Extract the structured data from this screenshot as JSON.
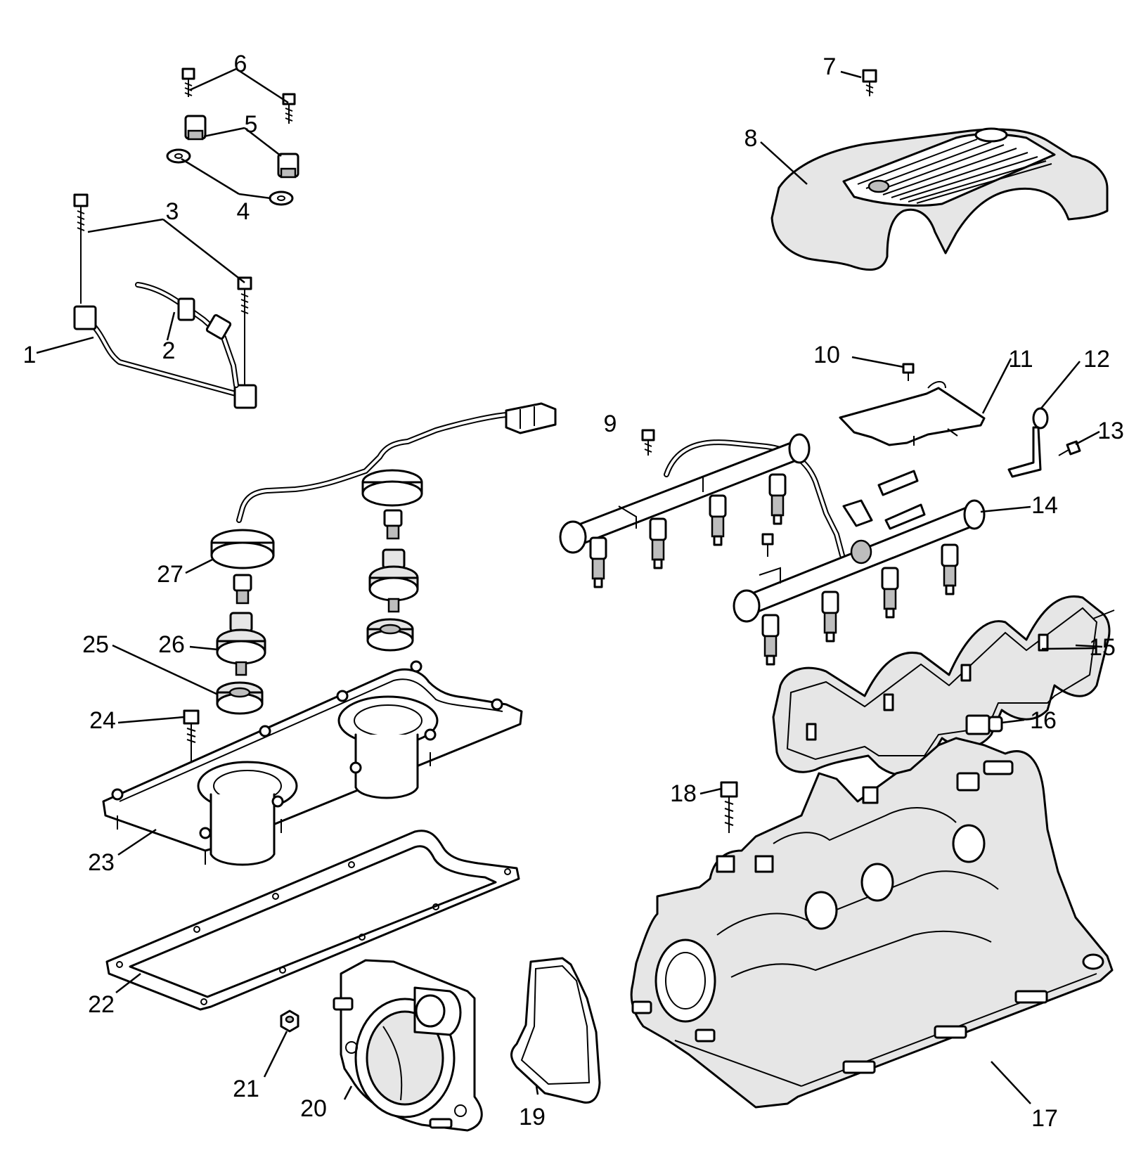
{
  "callouts": [
    {
      "id": "c1",
      "label": "1"
    },
    {
      "id": "c2",
      "label": "2"
    },
    {
      "id": "c3",
      "label": "3"
    },
    {
      "id": "c4",
      "label": "4"
    },
    {
      "id": "c5",
      "label": "5"
    },
    {
      "id": "c6",
      "label": "6"
    },
    {
      "id": "c7",
      "label": "7"
    },
    {
      "id": "c8",
      "label": "8"
    },
    {
      "id": "c9",
      "label": "9"
    },
    {
      "id": "c10",
      "label": "10"
    },
    {
      "id": "c11",
      "label": "11"
    },
    {
      "id": "c12",
      "label": "12"
    },
    {
      "id": "c13",
      "label": "13"
    },
    {
      "id": "c14",
      "label": "14"
    },
    {
      "id": "c15",
      "label": "15"
    },
    {
      "id": "c16",
      "label": "16"
    },
    {
      "id": "c17",
      "label": "17"
    },
    {
      "id": "c18",
      "label": "18"
    },
    {
      "id": "c19",
      "label": "19"
    },
    {
      "id": "c20",
      "label": "20"
    },
    {
      "id": "c21",
      "label": "21"
    },
    {
      "id": "c22",
      "label": "22"
    },
    {
      "id": "c23",
      "label": "23"
    },
    {
      "id": "c24",
      "label": "24"
    },
    {
      "id": "c25",
      "label": "25"
    },
    {
      "id": "c26",
      "label": "26"
    },
    {
      "id": "c27",
      "label": "27"
    }
  ]
}
